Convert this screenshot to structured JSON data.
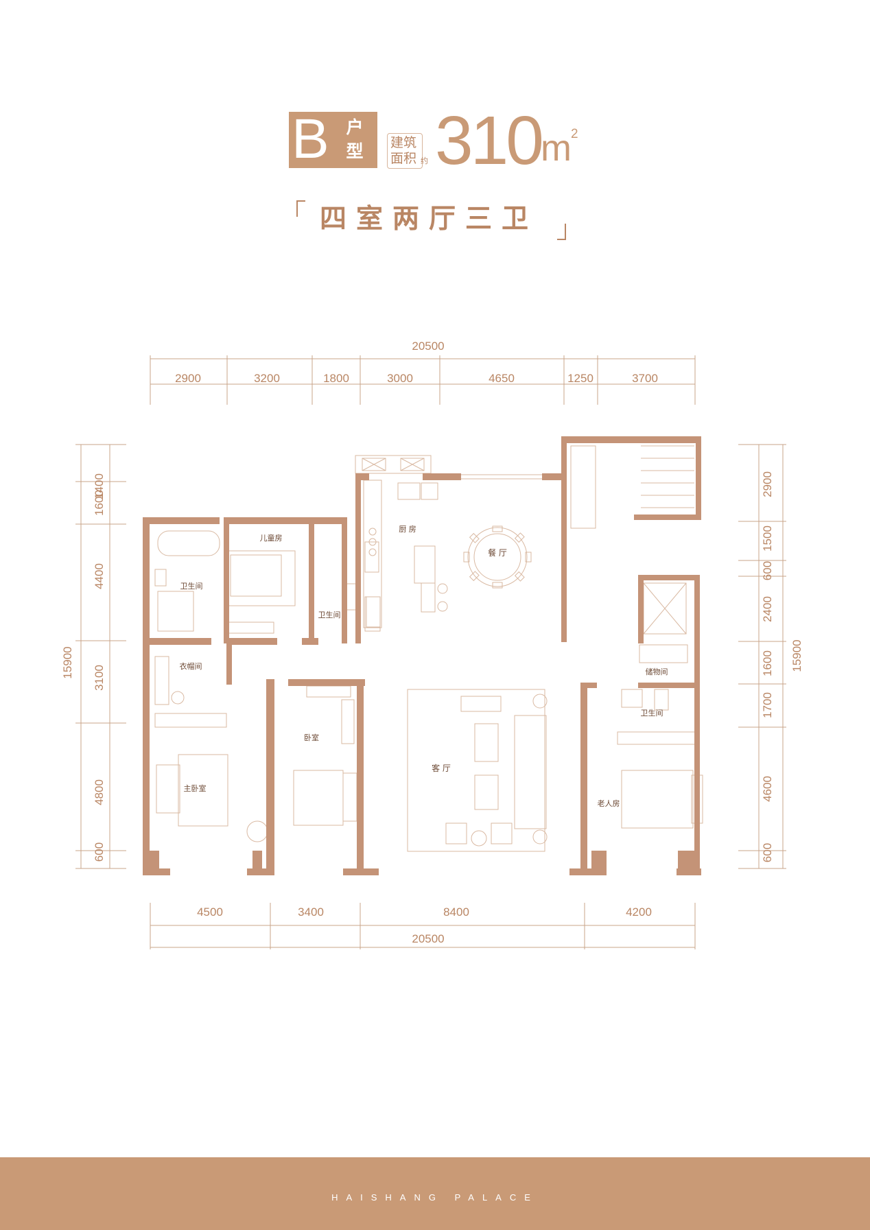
{
  "header": {
    "unit_letter": "B",
    "unit_word_1": "户",
    "unit_word_2": "型",
    "area_label_1": "建筑",
    "area_label_2": "面积",
    "area_approx": "约",
    "area_value": "310",
    "area_unit": "m",
    "area_unit_sup": "2",
    "layout_title": "四室两厅三卫"
  },
  "dimensions": {
    "top_total": "20500",
    "top": [
      "2900",
      "3200",
      "1800",
      "3000",
      "4650",
      "1250",
      "3700"
    ],
    "bottom": [
      "4500",
      "3400",
      "8400",
      "4200"
    ],
    "bottom_total": "20500",
    "left": [
      "1400",
      "1600",
      "4400",
      "3100",
      "4800",
      "600"
    ],
    "left_total": "15900",
    "right": [
      "2900",
      "1500",
      "600",
      "2400",
      "1600",
      "1700",
      "4600",
      "600"
    ],
    "right_total": "15900"
  },
  "rooms": {
    "children_room": "儿童房",
    "bathroom_1": "卫生间",
    "bathroom_2": "卫生间",
    "bathroom_3": "卫生间",
    "kitchen": "厨 房",
    "dining": "餐 厅",
    "cloakroom": "衣帽间",
    "bedroom": "卧室",
    "living_room": "客 厅",
    "storage": "储物间",
    "master_bedroom": "主卧室",
    "elder_room": "老人房"
  },
  "footer": {
    "brand": "HAISHANG PALACE"
  },
  "colors": {
    "accent": "#c99a76",
    "wall": "#c49377",
    "line": "#d9b9a2",
    "text": "#b98664"
  }
}
